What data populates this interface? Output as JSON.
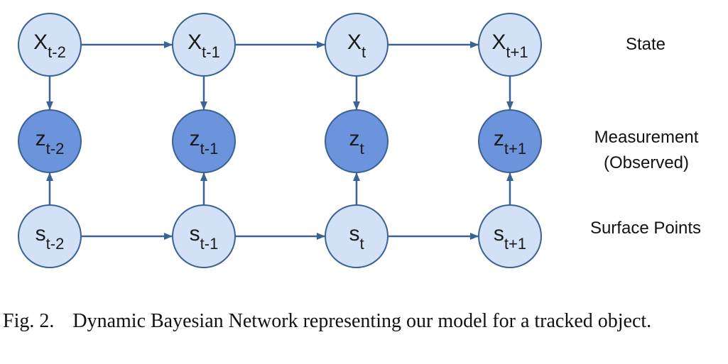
{
  "diagram": {
    "colors": {
      "light_node_fill": "#d3e1f6",
      "dark_node_fill": "#6c94dc",
      "node_stroke": "#3b6294",
      "edge": "#3b6294"
    },
    "nodes": [
      {
        "id": "x_tm2",
        "base": "X",
        "sub": "t-2",
        "kind": "state"
      },
      {
        "id": "x_tm1",
        "base": "X",
        "sub": "t-1",
        "kind": "state"
      },
      {
        "id": "x_t",
        "base": "X",
        "sub": "t",
        "kind": "state"
      },
      {
        "id": "x_tp1",
        "base": "X",
        "sub": "t+1",
        "kind": "state"
      },
      {
        "id": "z_tm2",
        "base": "z",
        "sub": "t-2",
        "kind": "measurement"
      },
      {
        "id": "z_tm1",
        "base": "z",
        "sub": "t-1",
        "kind": "measurement"
      },
      {
        "id": "z_t",
        "base": "z",
        "sub": "t",
        "kind": "measurement"
      },
      {
        "id": "z_tp1",
        "base": "z",
        "sub": "t+1",
        "kind": "measurement"
      },
      {
        "id": "s_tm2",
        "base": "s",
        "sub": "t-2",
        "kind": "surface"
      },
      {
        "id": "s_tm1",
        "base": "s",
        "sub": "t-1",
        "kind": "surface"
      },
      {
        "id": "s_t",
        "base": "s",
        "sub": "t",
        "kind": "surface"
      },
      {
        "id": "s_tp1",
        "base": "s",
        "sub": "t+1",
        "kind": "surface"
      }
    ],
    "edges": [
      {
        "from": "x_tm2",
        "to": "x_tm1"
      },
      {
        "from": "x_tm1",
        "to": "x_t"
      },
      {
        "from": "x_t",
        "to": "x_tp1"
      },
      {
        "from": "s_tm2",
        "to": "s_tm1"
      },
      {
        "from": "s_tm1",
        "to": "s_t"
      },
      {
        "from": "s_t",
        "to": "s_tp1"
      },
      {
        "from": "x_tm2",
        "to": "z_tm2"
      },
      {
        "from": "x_tm1",
        "to": "z_tm1"
      },
      {
        "from": "x_t",
        "to": "z_t"
      },
      {
        "from": "x_tp1",
        "to": "z_tp1"
      },
      {
        "from": "s_tm2",
        "to": "z_tm2"
      },
      {
        "from": "s_tm1",
        "to": "z_tm1"
      },
      {
        "from": "s_t",
        "to": "z_t"
      },
      {
        "from": "s_tp1",
        "to": "z_tp1"
      }
    ],
    "row_labels": {
      "state": "State",
      "measurement_line1": "Measurement",
      "measurement_line2": "(Observed)",
      "surface": "Surface Points"
    }
  },
  "caption": {
    "figure_number": "Fig. 2.",
    "text": "Dynamic Bayesian Network representing our model for a tracked object."
  }
}
